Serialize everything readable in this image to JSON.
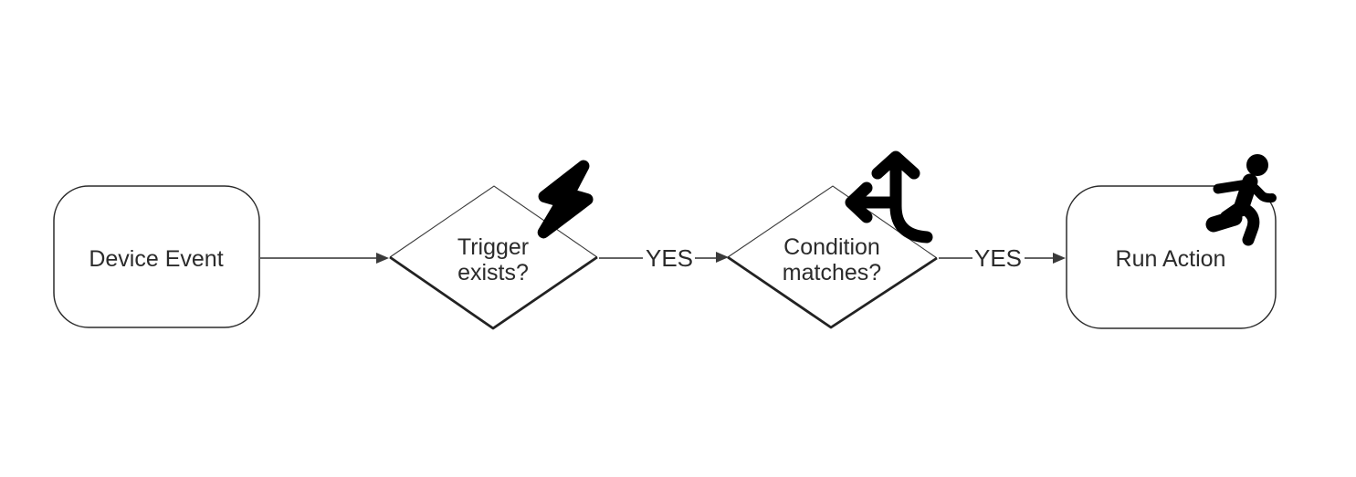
{
  "flowchart": {
    "nodes": {
      "device_event": {
        "label": "Device Event",
        "shape": "rounded-rect"
      },
      "trigger_exists": {
        "label_line1": "Trigger",
        "label_line2": "exists?",
        "shape": "diamond",
        "icon": "lightning-bolt-icon"
      },
      "condition_matches": {
        "label_line1": "Condition",
        "label_line2": "matches?",
        "shape": "diamond",
        "icon": "split-arrows-up-left-icon"
      },
      "run_action": {
        "label": "Run Action",
        "shape": "rounded-rect",
        "icon": "person-running-icon"
      }
    },
    "edge_labels": {
      "trigger_to_condition": "YES",
      "condition_to_action": "YES"
    },
    "colors": {
      "background": "#ffffff",
      "shape_stroke": "#2b2b2b",
      "arrow_stroke": "#4d4d4d",
      "text": "#2b2b2b",
      "icon_fill": "#000000"
    }
  }
}
